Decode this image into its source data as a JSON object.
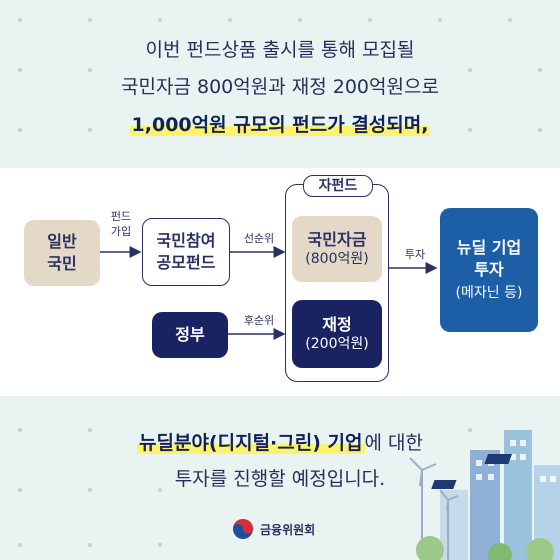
{
  "headline": {
    "line1": "이번 펀드상품 출시를 통해 모집될",
    "line2": "국민자금 800억원과 재정 200억원으로",
    "line3": "1,000억원 규모의 펀드가 결성되며,"
  },
  "diagram": {
    "general_public": "일반\n국민",
    "fund_join_label": "펀드\n가입",
    "public_fund_box": "국민참여\n공모펀드",
    "senior_label": "선순위",
    "sub_fund_title": "자펀드",
    "public_money": {
      "title": "국민자금",
      "amount": "(800억원)"
    },
    "government": "정부",
    "junior_label": "후순위",
    "fiscal": {
      "title": "재정",
      "amount": "(200억원)"
    },
    "invest_label": "투자",
    "target": {
      "title": "뉴딜 기업\n투자",
      "sub": "(메자닌 등)"
    }
  },
  "bottom": {
    "highlight": "뉴딜분야(디지털·그린) 기업",
    "rest1": "에 대한",
    "line2": "투자를 진행할 예정입니다."
  },
  "footer": {
    "org": "금융위원회"
  },
  "colors": {
    "navy": "#1a2361",
    "blue": "#1d5fa6",
    "beige": "#e4d8c6",
    "highlight": "#fff36e",
    "background": "#e9f4f2"
  }
}
